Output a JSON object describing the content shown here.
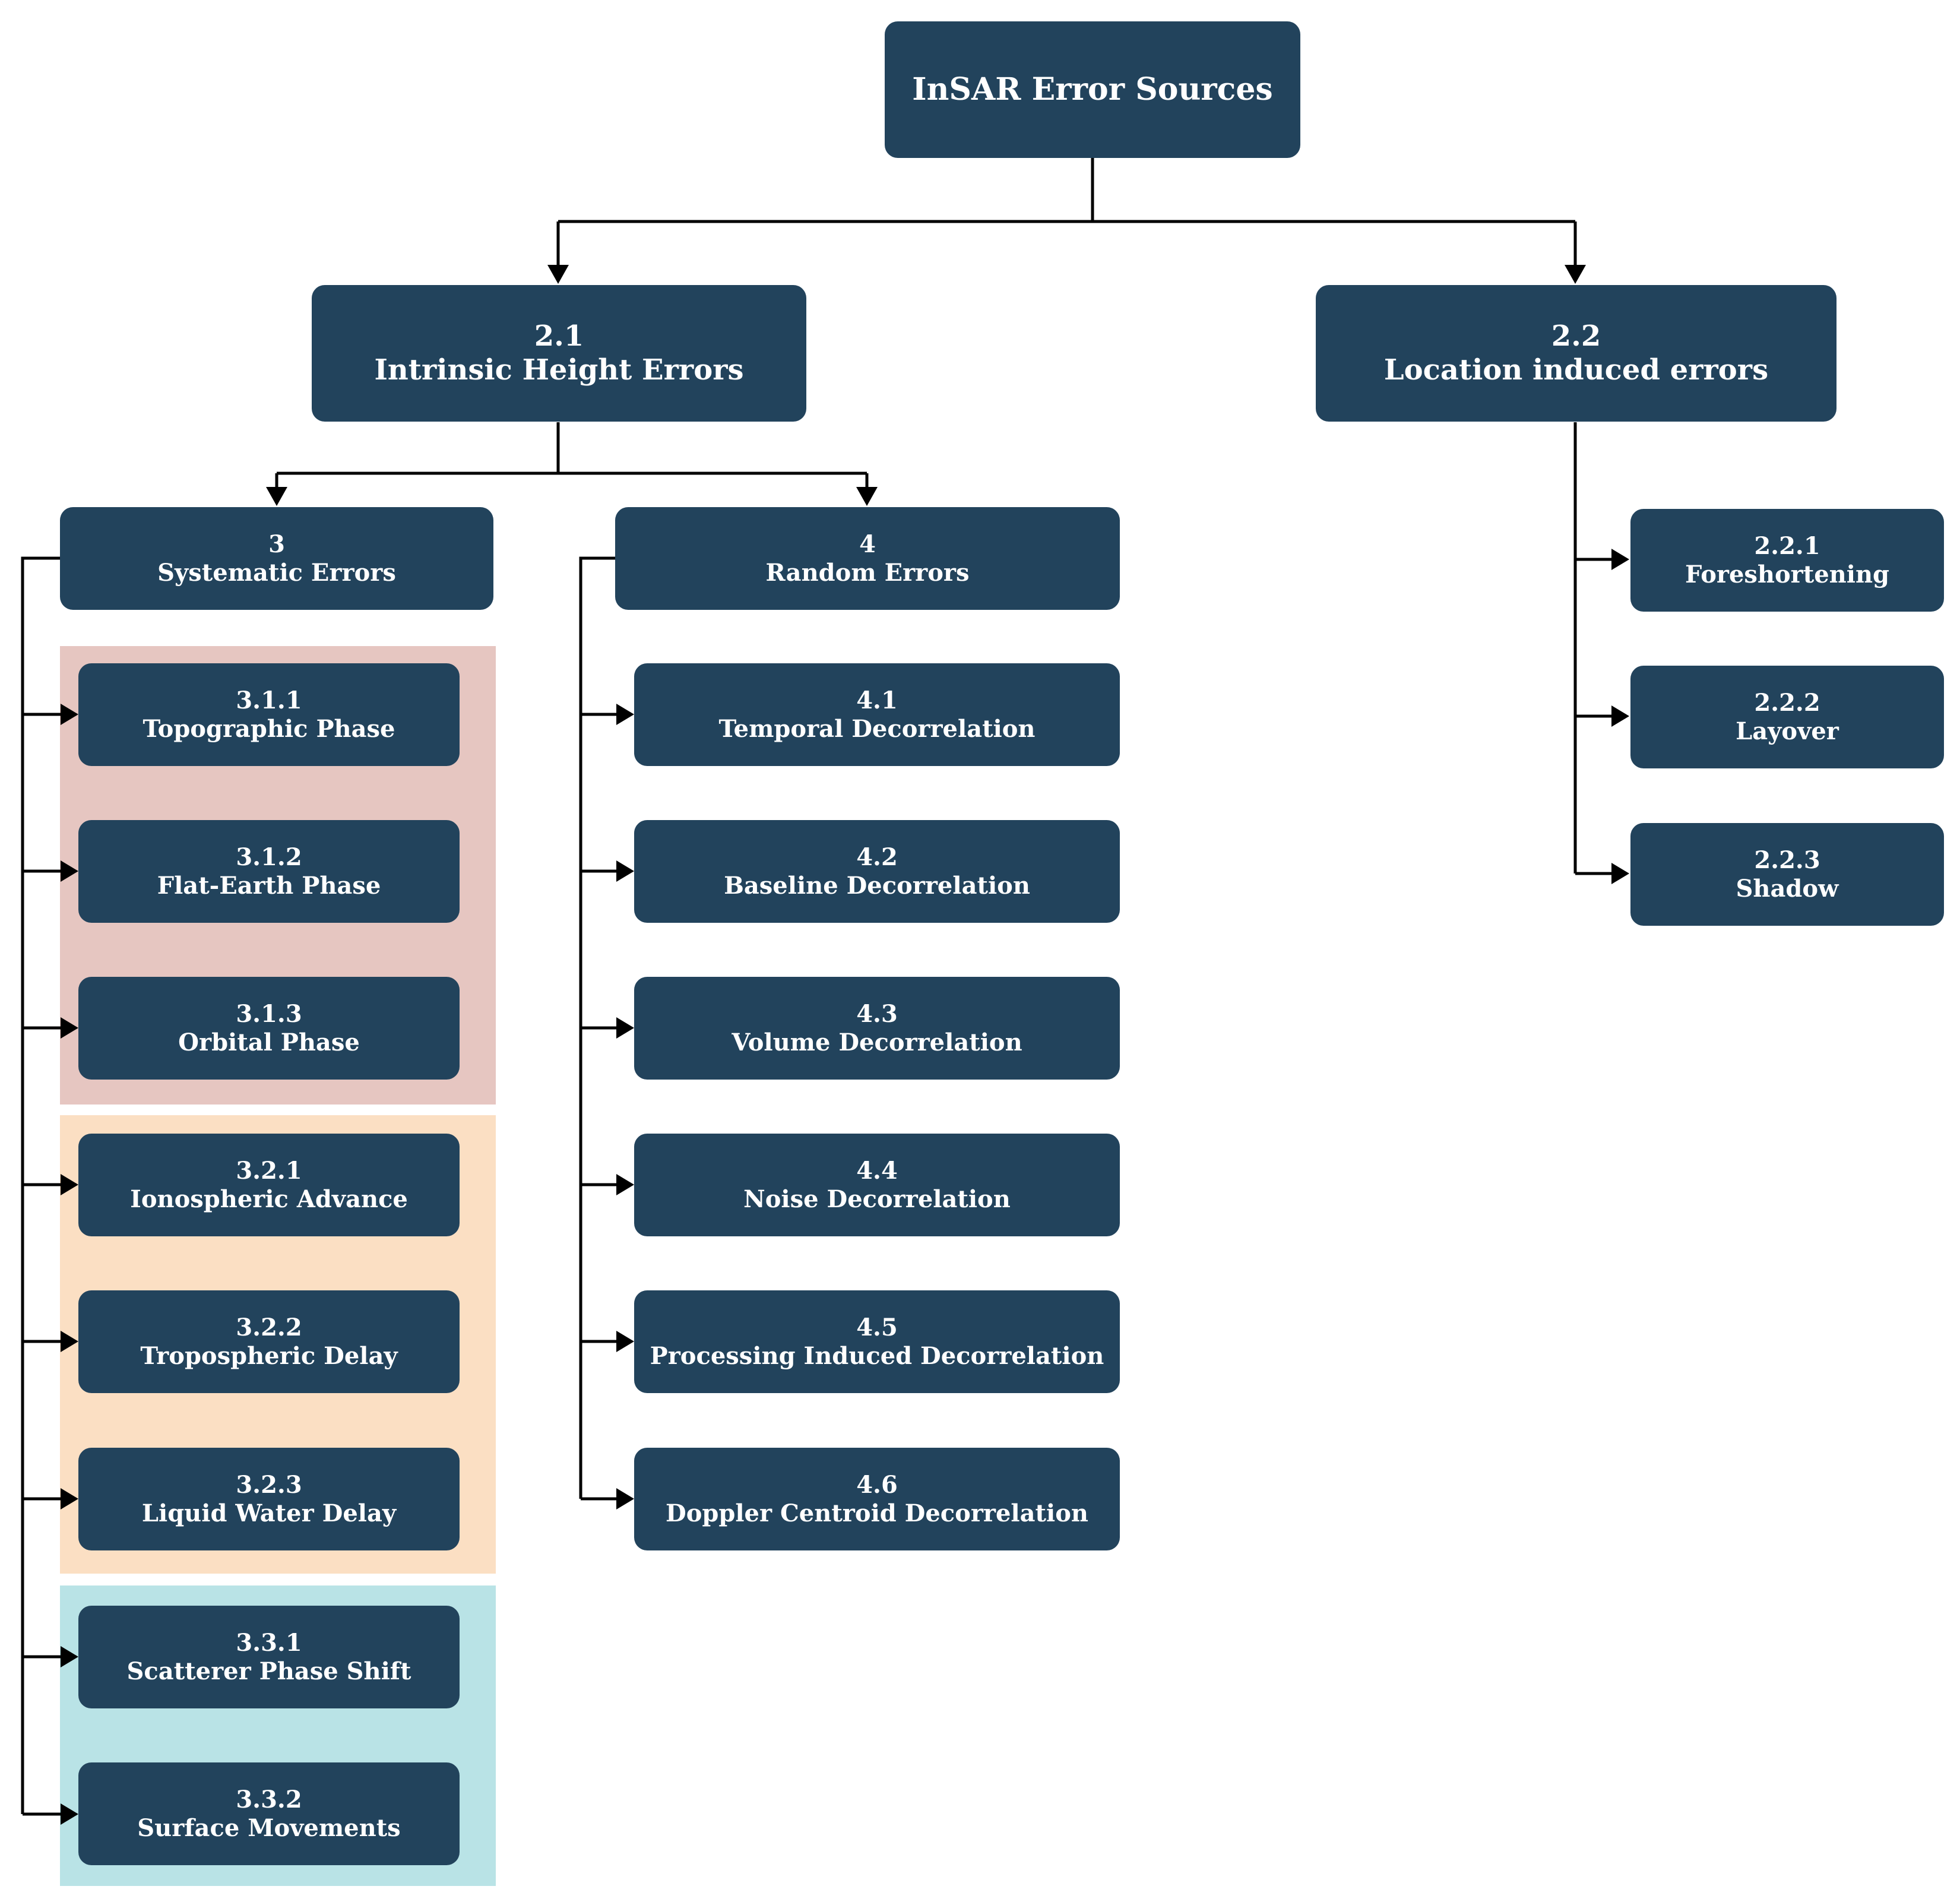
{
  "diagram": {
    "root": {
      "title": "InSAR Error Sources"
    },
    "intrinsic": {
      "number": "2.1",
      "label": "Intrinsic Height Errors"
    },
    "location": {
      "number": "2.2",
      "label": "Location induced errors"
    },
    "systematic": {
      "number": "3",
      "label": "Systematic Errors"
    },
    "random": {
      "number": "4",
      "label": "Random Errors"
    },
    "systematic_items": [
      {
        "number": "3.1.1",
        "label": "Topographic Phase"
      },
      {
        "number": "3.1.2",
        "label": "Flat-Earth Phase"
      },
      {
        "number": "3.1.3",
        "label": "Orbital Phase"
      },
      {
        "number": "3.2.1",
        "label": "Ionospheric Advance"
      },
      {
        "number": "3.2.2",
        "label": "Tropospheric Delay"
      },
      {
        "number": "3.2.3",
        "label": "Liquid Water Delay"
      },
      {
        "number": "3.3.1",
        "label": "Scatterer Phase Shift"
      },
      {
        "number": "3.3.2",
        "label": "Surface Movements"
      }
    ],
    "random_items": [
      {
        "number": "4.1",
        "label": "Temporal Decorrelation"
      },
      {
        "number": "4.2",
        "label": "Baseline Decorrelation"
      },
      {
        "number": "4.3",
        "label": "Volume Decorrelation"
      },
      {
        "number": "4.4",
        "label": "Noise Decorrelation"
      },
      {
        "number": "4.5",
        "label": "Processing Induced Decorrelation"
      },
      {
        "number": "4.6",
        "label": "Doppler Centroid Decorrelation"
      }
    ],
    "location_items": [
      {
        "number": "2.2.1",
        "label": "Foreshortening"
      },
      {
        "number": "2.2.2",
        "label": "Layover"
      },
      {
        "number": "2.2.3",
        "label": "Shadow"
      }
    ],
    "colors": {
      "node_fill": "#22435c",
      "node_text": "#ffffff",
      "group_31": "#e6c6c1",
      "group_32": "#fbdfc3",
      "group_33": "#b9e3e6",
      "connector": "#000000"
    }
  }
}
